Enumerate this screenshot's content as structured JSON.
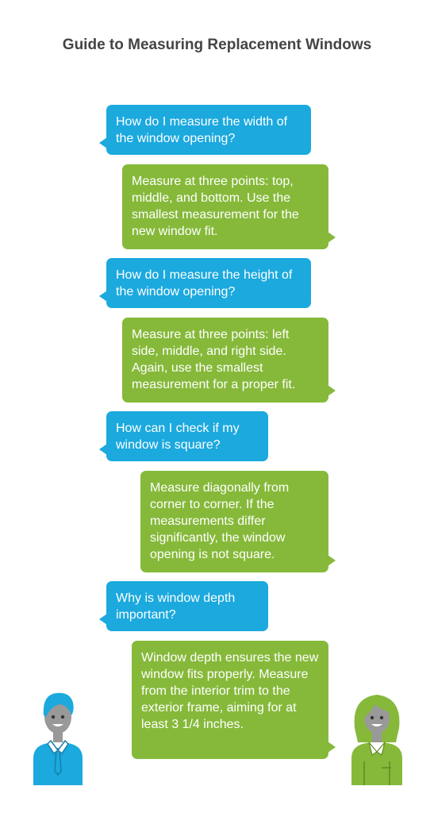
{
  "title": "Guide to Measuring Replacement Windows",
  "colors": {
    "question": "#1ba9de",
    "answer": "#86b93a",
    "title": "#444444"
  },
  "conversation": [
    {
      "role": "question",
      "text": "How do I measure the width of the window opening?"
    },
    {
      "role": "answer",
      "text": "Measure at three points: top, middle, and bottom. Use the smallest measurement for the new window fit."
    },
    {
      "role": "question",
      "text": "How do I measure the height of the window opening?"
    },
    {
      "role": "answer",
      "text": "Measure at three points: left side, middle, and right side. Again, use the smallest measurement for a proper fit."
    },
    {
      "role": "question",
      "text": "How can I check if my window is square?"
    },
    {
      "role": "answer",
      "text": "Measure diagonally from corner to corner. If the measurements differ significantly, the window opening is not square."
    },
    {
      "role": "question",
      "text": "Why is window depth important?"
    },
    {
      "role": "answer",
      "text": "Window depth ensures the new window fits properly. Measure from the interior trim to the exterior frame, aiming for at least 3 1/4 inches."
    }
  ],
  "avatars": {
    "left": "man-avatar-icon",
    "right": "woman-avatar-icon"
  }
}
